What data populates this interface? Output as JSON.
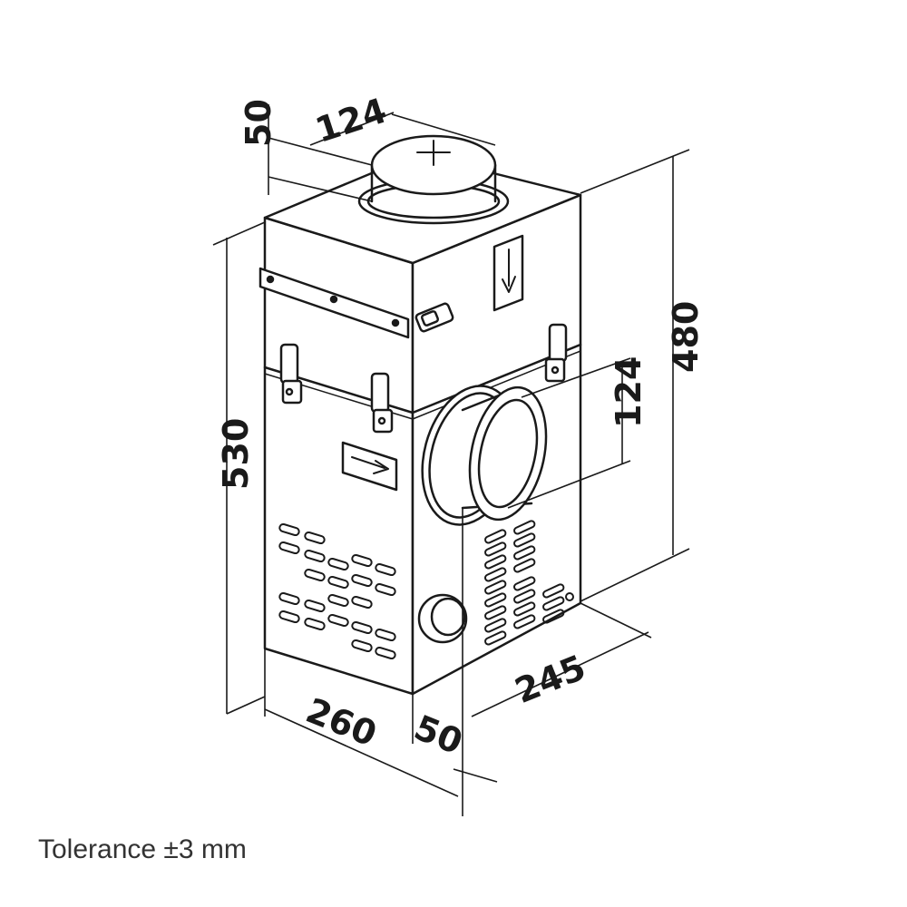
{
  "dimensions": {
    "top_duct_diameter": "124",
    "top_duct_height": "50",
    "total_height": "530",
    "body_height": "480",
    "side_duct_diameter": "124",
    "width": "260",
    "depth": "245",
    "side_duct_projection": "50"
  },
  "footer": {
    "tolerance": "Tolerance ±3 mm"
  },
  "colors": {
    "line": "#1a1a1a",
    "background": "#ffffff"
  }
}
